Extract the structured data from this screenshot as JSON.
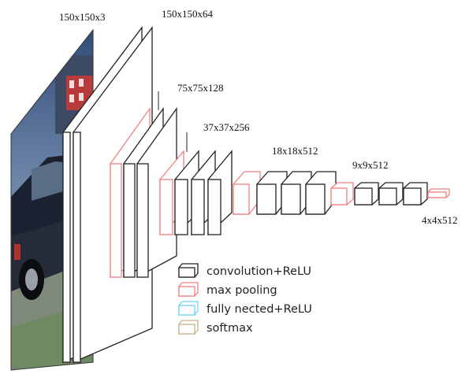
{
  "diagram": {
    "dimension_labels": {
      "input": "150x150x3",
      "block1": "150x150x64",
      "block2": "75x75x128",
      "block3": "37x37x256",
      "block4": "18x18x512",
      "block5": "9x9x512",
      "output": "4x4x512"
    },
    "legend": [
      {
        "key": "conv",
        "label": "convolution+ReLU",
        "color": "#222222"
      },
      {
        "key": "pool",
        "label": "max pooling",
        "color": "#f08080"
      },
      {
        "key": "fc",
        "label": "fully nected+ReLU",
        "color": "#6fd3f0"
      },
      {
        "key": "softmax",
        "label": "softmax",
        "color": "#c9b08a"
      }
    ],
    "colors": {
      "conv_stroke": "#222222",
      "pool_stroke": "#f08080",
      "fc_stroke": "#6fd3f0",
      "softmax_stroke": "#c9b08a"
    }
  }
}
